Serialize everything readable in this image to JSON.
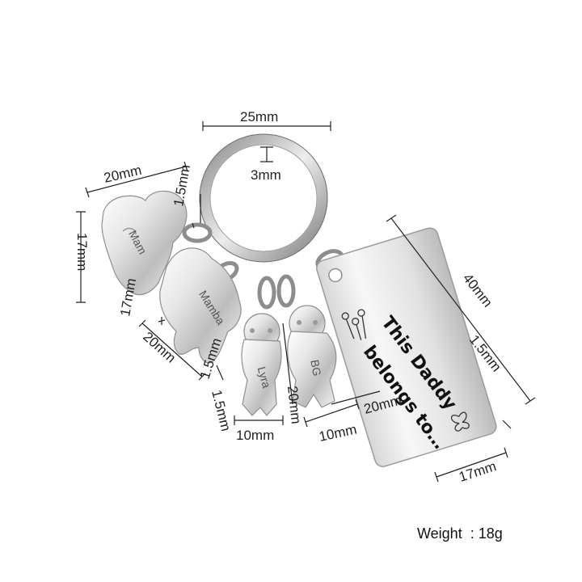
{
  "product": {
    "tag_line1": "This Daddy",
    "tag_line2": "belongs to…",
    "charm_names": [
      "Mam",
      "Mamba",
      "Lyra",
      "BG"
    ]
  },
  "dimensions": {
    "ring_width": "25mm",
    "ring_thickness": "3mm",
    "elephant_width": "20mm",
    "elephant_height": "17mm",
    "elephant_thickness": "1.5mm",
    "dog_height": "17mm",
    "dog_width": "20mm",
    "dog_thickness": "1.5mm",
    "girl_thickness": "1.5mm",
    "girl_width": "10mm",
    "boy_height": "20mm",
    "boy_width": "10mm",
    "boy_side": "20mm",
    "tag_length": "40mm",
    "tag_thickness": "1.5mm",
    "tag_width": "17mm"
  },
  "weight": {
    "label": "Weight",
    "value": "18g"
  },
  "colors": {
    "metal_light": "#f2f2f2",
    "metal_mid": "#c9c9c9",
    "metal_dark": "#7a7a7a",
    "dimension_line": "#222222"
  }
}
